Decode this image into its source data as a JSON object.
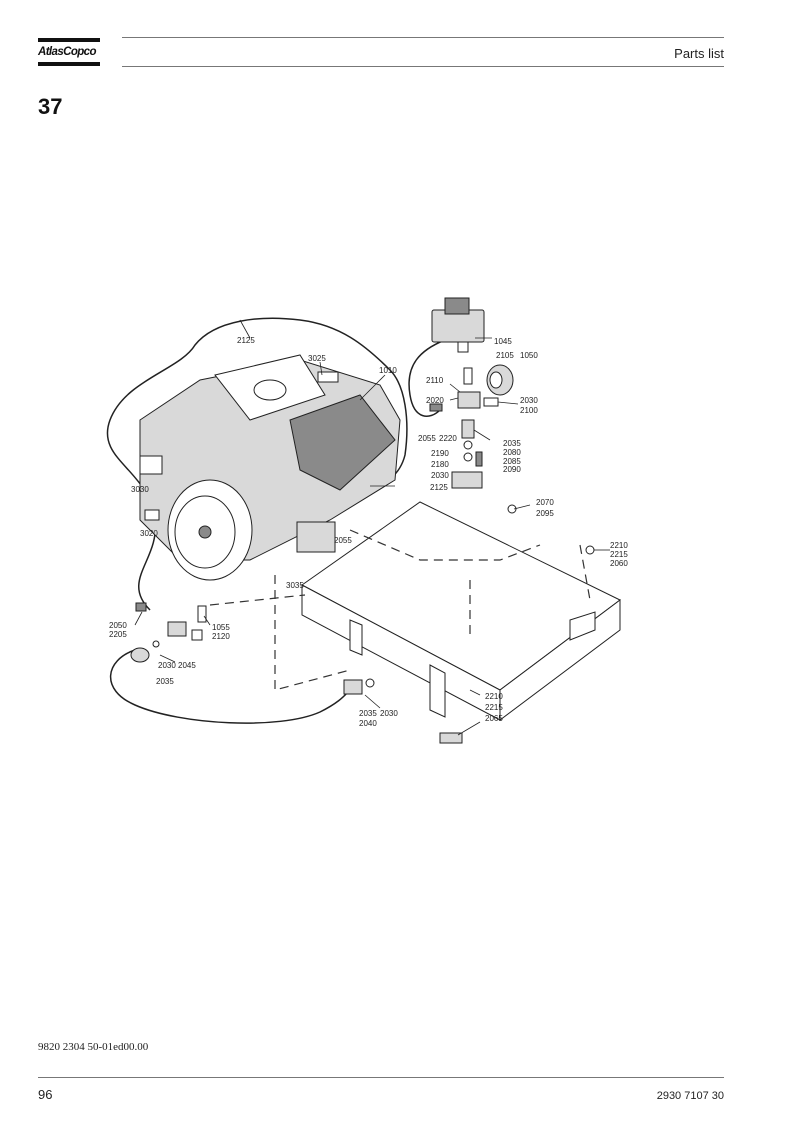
{
  "header": {
    "logo_text": "AtlasCopco",
    "section": "Parts list"
  },
  "page_number": "37",
  "diagram": {
    "callouts": [
      {
        "id": "c1045",
        "text": "1045"
      },
      {
        "id": "c2125a",
        "text": "2125"
      },
      {
        "id": "c3025",
        "text": "3025"
      },
      {
        "id": "c1010",
        "text": "1010"
      },
      {
        "id": "c2105",
        "text": "2105"
      },
      {
        "id": "c1050",
        "text": "1050"
      },
      {
        "id": "c2110",
        "text": "2110"
      },
      {
        "id": "c2020",
        "text": "2020"
      },
      {
        "id": "c2030a",
        "text": "2030"
      },
      {
        "id": "c2100",
        "text": "2100"
      },
      {
        "id": "c2055a",
        "text": "2055"
      },
      {
        "id": "c2220",
        "text": "2220"
      },
      {
        "id": "c2035a",
        "text": "2035"
      },
      {
        "id": "c2190",
        "text": "2190"
      },
      {
        "id": "c2080",
        "text": "2080"
      },
      {
        "id": "c2180",
        "text": "2180"
      },
      {
        "id": "c2085",
        "text": "2085"
      },
      {
        "id": "c2030b",
        "text": "2030"
      },
      {
        "id": "c2090",
        "text": "2090"
      },
      {
        "id": "c3030",
        "text": "3030"
      },
      {
        "id": "c2125b",
        "text": "2125"
      },
      {
        "id": "c2070",
        "text": "2070"
      },
      {
        "id": "c2095",
        "text": "2095"
      },
      {
        "id": "c3020",
        "text": "3020"
      },
      {
        "id": "c2055b",
        "text": "2055"
      },
      {
        "id": "c2210a",
        "text": "2210"
      },
      {
        "id": "c2215a",
        "text": "2215"
      },
      {
        "id": "c2060",
        "text": "2060"
      },
      {
        "id": "c3035",
        "text": "3035"
      },
      {
        "id": "c2050",
        "text": "2050"
      },
      {
        "id": "c2205",
        "text": "2205"
      },
      {
        "id": "c1055",
        "text": "1055"
      },
      {
        "id": "c2120",
        "text": "2120"
      },
      {
        "id": "c2030c",
        "text": "2030"
      },
      {
        "id": "c2045",
        "text": "2045"
      },
      {
        "id": "c2035b",
        "text": "2035"
      },
      {
        "id": "c2210b",
        "text": "2210"
      },
      {
        "id": "c2215b",
        "text": "2215"
      },
      {
        "id": "c2065",
        "text": "2065"
      },
      {
        "id": "c2035c",
        "text": "2035"
      },
      {
        "id": "c2030d",
        "text": "2030"
      },
      {
        "id": "c2040",
        "text": "2040"
      }
    ]
  },
  "footer": {
    "doc_code": "9820 2304 50-01ed00.00",
    "page": "96",
    "part_number": "2930 7107 30"
  }
}
